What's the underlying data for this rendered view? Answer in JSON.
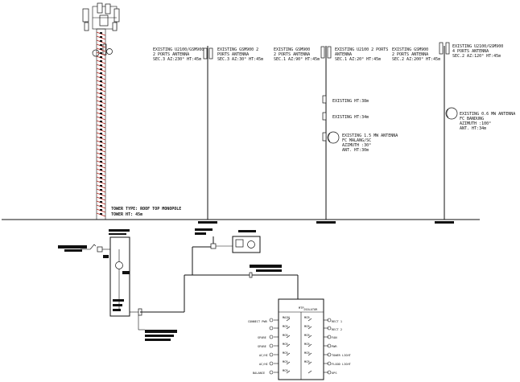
{
  "tower": {
    "caption_line1": "TOWER TYPE: ROOF TOP MONOPOLE",
    "caption_line2": "TOWER HT: 45m"
  },
  "poles": [
    {
      "lines": [
        "EXISTING U2100/GSM900",
        "2 PORTS ANTENNA",
        "SEC.3  AZ:230° HT:45m"
      ]
    },
    {
      "lines": [
        "EXISTING GSM900 2",
        "PORTS ANTENNA",
        "SEC.3 AZ:30° HT:45m"
      ]
    },
    {
      "lines": [
        "EXISTING GSM900",
        "2 PORTS ANTENNA",
        "SEC.1 AZ:90° HT:45m"
      ],
      "sub": [
        {
          "lines": [
            "EXISTING HT:38m"
          ]
        },
        {
          "lines": [
            "EXISTING HT:34m"
          ]
        },
        {
          "lines": [
            "EXISTING 1.5 MW ANTENNA",
            "FC MALANG/SC",
            "AZIMUTH :30°",
            "ANT. HT:30m"
          ]
        }
      ]
    },
    {
      "lines": [
        "EXISTING U2100 2 PORTS",
        "ANTENNA",
        "SEC.1 AZ:20° HT:45m"
      ]
    },
    {
      "lines": [
        "EXISTING GSM900",
        "2 PORTS ANTENNA",
        "SEC.2 AZ:200° HT:45m"
      ]
    },
    {
      "lines": [
        "EXISTING U2100/GSM900",
        "4 PORTS ANTENNA",
        "SEC.2 AZ:120° HT:45m"
      ],
      "sub": [
        {
          "lines": [
            "EXISTING 0.6 MW ANTENNA",
            "FC BANDUNG",
            "AZIMUTH :100°",
            "ANT. HT:34m"
          ]
        }
      ]
    }
  ],
  "panel": {
    "header": "MTP",
    "left": [
      "CONNECT PWR",
      "SPARE",
      "SPARE",
      "AC/HI",
      "AC/HI",
      "BALANCE"
    ],
    "right": [
      "RECT 1",
      "RECT 2",
      "FAN",
      "PWR",
      "TOWER LIGHT",
      "FLOOD LIGHT",
      "UPS"
    ],
    "cells": [
      "ISOLATOR",
      "MAIN",
      "MCB",
      "MCB",
      "MCB",
      "MCB",
      "MCB",
      "MCB",
      "MCB",
      "MCB",
      "MCB",
      "MCB",
      "MCB",
      "MCB"
    ]
  },
  "colors": {
    "ink": "#111111",
    "tower_accent": "#b3261e"
  }
}
